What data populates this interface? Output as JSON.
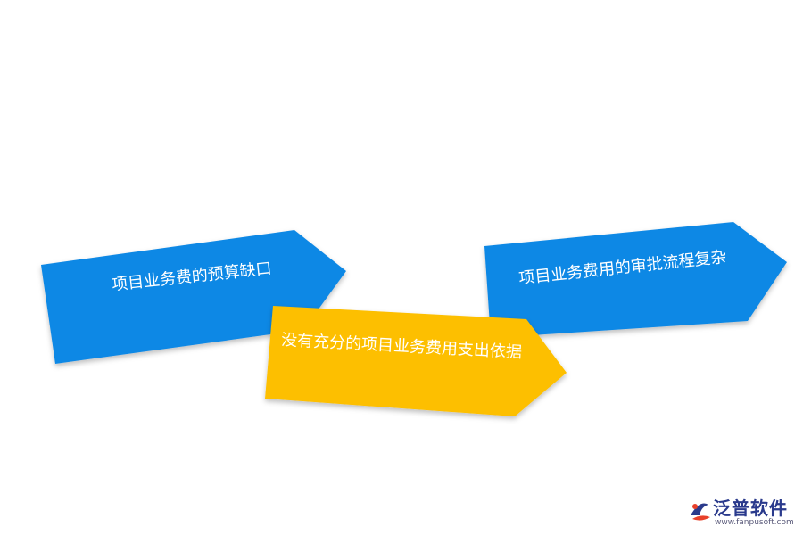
{
  "arrows": [
    {
      "label": "项目业务费的预算缺口",
      "color": "#1088e5"
    },
    {
      "label": "项目业务费用的审批流程复杂",
      "color": "#1088e5"
    },
    {
      "label": "没有充分的项目业务费用支出依据",
      "color": "#fdbf00"
    }
  ],
  "logo": {
    "name": "泛普软件",
    "url": "www.fanpusoft.com",
    "colors": {
      "brand": "#2a3a8c",
      "accent": "#e8402a"
    }
  }
}
